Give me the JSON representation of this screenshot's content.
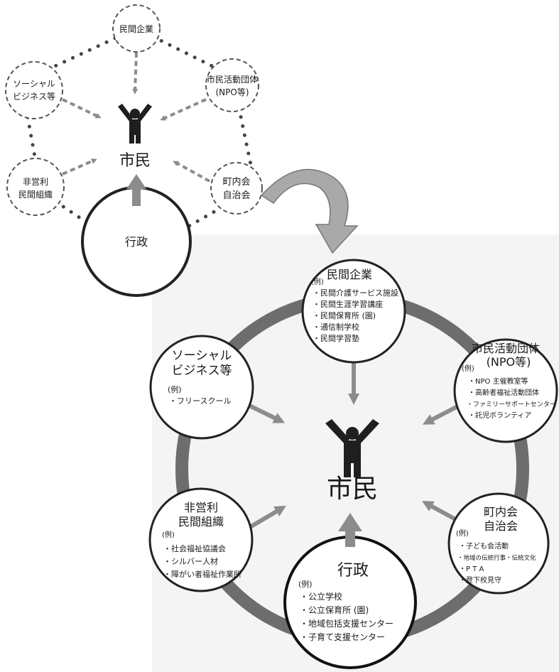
{
  "colors": {
    "ring": "#6d6d6d",
    "arrow": "#8c8c8c",
    "dots": "#444444",
    "figure": "#1f1f1f",
    "panel_bg": "#f4f4f4",
    "transition_arrow": "#a9a9a9"
  },
  "small_diagram": {
    "center_label": "市民",
    "icons": [
      "person-icon"
    ],
    "nodes": {
      "private_company": [
        "民間企業"
      ],
      "citizen_groups": [
        "市民活動団体",
        "(NPO等)"
      ],
      "social_business": [
        "ソーシャル",
        "ビジネス等"
      ],
      "nonprofit": [
        "非営利",
        "民間組織"
      ],
      "neighborhood": [
        "町内会",
        "自治会"
      ],
      "government": [
        "行政"
      ]
    }
  },
  "large_diagram": {
    "center_label": "市民",
    "example_marker": "(例)",
    "nodes": {
      "private_company": {
        "title": "民間企業",
        "items": [
          "・民間介護サービス施設",
          "・民間生涯学習講座",
          "・民間保育所 (園)",
          "・通信制学校",
          "・民間学習塾"
        ]
      },
      "citizen_groups": {
        "title": [
          "市民活動団体",
          "(NPO等)"
        ],
        "items": [
          "・NPO 主催教室等",
          "・高齢者福祉活動団体",
          "・ファミリーサポートセンター",
          "・託児ボランティア"
        ]
      },
      "social_business": {
        "title": [
          "ソーシャル",
          "ビジネス等"
        ],
        "items": [
          "・フリースクール"
        ]
      },
      "nonprofit": {
        "title": [
          "非営利",
          "民間組織"
        ],
        "items": [
          "・社会福祉協議会",
          "・シルバー人材",
          "・障がい者福祉作業所"
        ]
      },
      "neighborhood": {
        "title": [
          "町内会",
          "自治会"
        ],
        "items": [
          "・子ども会活動",
          "・地域の伝統行事・伝統文化",
          "・P T A",
          "・登下校見守"
        ]
      },
      "government": {
        "title": "行政",
        "items": [
          "・公立学校",
          "・公立保育所 (園)",
          "・地域包括支援センター",
          "・子育て支援センター"
        ]
      }
    }
  }
}
